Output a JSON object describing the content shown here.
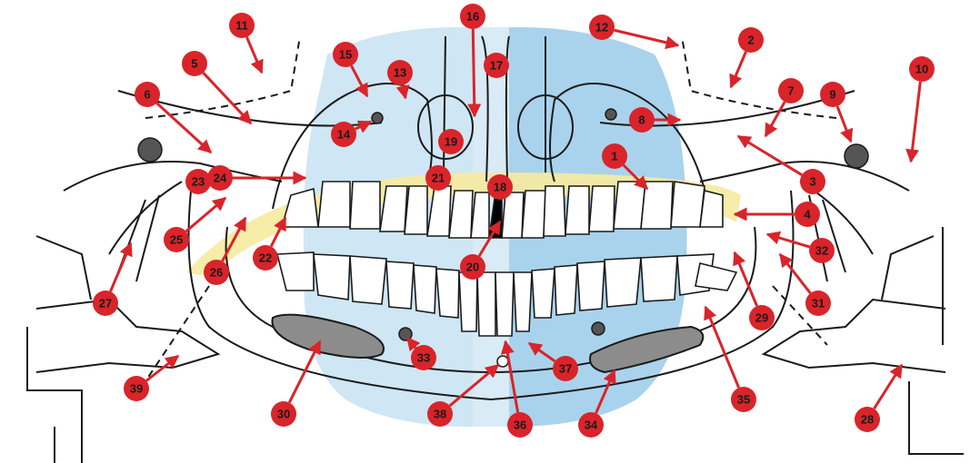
{
  "colors": {
    "marker_fill": "#d9242a",
    "arrow": "#d9242a",
    "marker_text": "#1a1a1a",
    "line": "#1a1a1a",
    "blue_light": "#cfe6f4",
    "blue_dark": "#a9d3ec",
    "yellow_band": "#f7eaa0",
    "gray_structure": "#8c8c8c",
    "dot": "#555555"
  },
  "markers": [
    {
      "id": "1",
      "label": "1"
    },
    {
      "id": "2",
      "label": "2"
    },
    {
      "id": "3",
      "label": "3"
    },
    {
      "id": "4",
      "label": "4"
    },
    {
      "id": "5",
      "label": "5"
    },
    {
      "id": "6",
      "label": "6"
    },
    {
      "id": "7",
      "label": "7"
    },
    {
      "id": "8",
      "label": "8"
    },
    {
      "id": "9",
      "label": "9"
    },
    {
      "id": "10",
      "label": "10"
    },
    {
      "id": "11",
      "label": "11"
    },
    {
      "id": "12",
      "label": "12"
    },
    {
      "id": "13",
      "label": "13"
    },
    {
      "id": "14",
      "label": "14"
    },
    {
      "id": "15",
      "label": "15"
    },
    {
      "id": "16",
      "label": "16"
    },
    {
      "id": "17",
      "label": "17"
    },
    {
      "id": "18",
      "label": "18"
    },
    {
      "id": "19",
      "label": "19"
    },
    {
      "id": "20",
      "label": "20"
    },
    {
      "id": "21",
      "label": "21"
    },
    {
      "id": "22",
      "label": "22"
    },
    {
      "id": "23",
      "label": "23"
    },
    {
      "id": "24",
      "label": "24"
    },
    {
      "id": "25",
      "label": "25"
    },
    {
      "id": "26",
      "label": "26"
    },
    {
      "id": "27",
      "label": "27"
    },
    {
      "id": "28",
      "label": "28"
    },
    {
      "id": "29",
      "label": "29"
    },
    {
      "id": "30",
      "label": "30"
    },
    {
      "id": "31",
      "label": "31"
    },
    {
      "id": "32",
      "label": "32"
    },
    {
      "id": "33",
      "label": "33"
    },
    {
      "id": "34",
      "label": "34"
    },
    {
      "id": "35",
      "label": "35"
    },
    {
      "id": "36",
      "label": "36"
    },
    {
      "id": "37",
      "label": "37"
    },
    {
      "id": "38",
      "label": "38"
    },
    {
      "id": "39",
      "label": "39"
    }
  ]
}
